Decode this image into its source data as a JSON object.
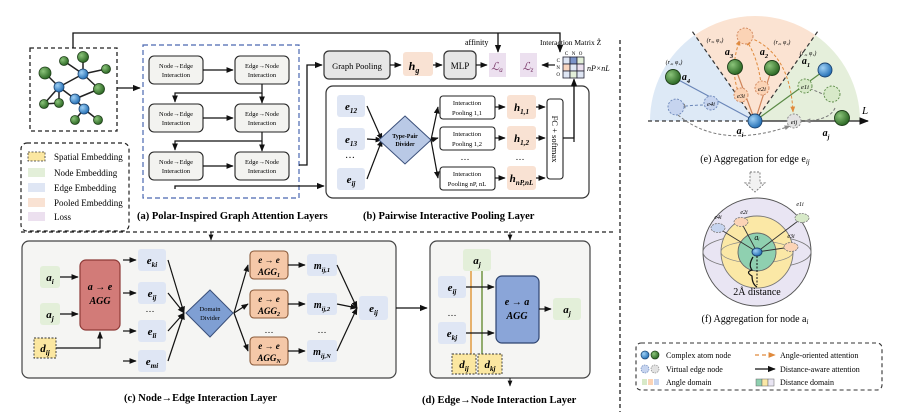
{
  "legend_left": {
    "items": [
      {
        "label": "Spatial Embedding",
        "color": "#fbe7a1",
        "dashed": true
      },
      {
        "label": "Node Embedding",
        "color": "#e3efd9"
      },
      {
        "label": "Edge Embedding",
        "color": "#dfe6f4"
      },
      {
        "label": "Pooled Embedding",
        "color": "#f9e2d3"
      },
      {
        "label": "Loss",
        "color": "#ece0ef"
      }
    ]
  },
  "panel_a": {
    "caption": "(a) Polar-Inspired Graph Attention Layers",
    "rows": [
      {
        "left": [
          "Node→Edge",
          "Interaction"
        ],
        "right": [
          "Edge→Node",
          "Interaction"
        ]
      },
      {
        "left": [
          "Node→Edge",
          "Interaction"
        ],
        "right": [
          "Edge→Node",
          "Interaction"
        ]
      },
      {
        "left": [
          "Node→Edge",
          "Interaction"
        ],
        "right": [
          "Edge→Node",
          "Interaction"
        ]
      }
    ]
  },
  "panel_b": {
    "caption": "(b) Pairwise Interactive Pooling Layer",
    "graph_pooling": "Graph Pooling",
    "hg": "h",
    "hg_sub": "g",
    "mlp": "MLP",
    "loss_a": "ℒ",
    "loss_a_sub": "a",
    "loss_z": "ℒ",
    "loss_z_sub": "z",
    "affinity": "affinity",
    "matrix_title": "Interaction Matrix Ẑ",
    "matrix_cols": [
      "C",
      "N",
      "O"
    ],
    "matrix_rows": [
      "C",
      "N",
      "O"
    ],
    "matrix_size": "nP×nL",
    "edges": [
      {
        "base": "e",
        "sub": "12"
      },
      {
        "base": "e",
        "sub": "13"
      },
      {
        "base": "…",
        "sub": ""
      },
      {
        "base": "e",
        "sub": "ij"
      }
    ],
    "divider": [
      "Type-Pair",
      "Divider"
    ],
    "pools": [
      {
        "l1": "Interaction",
        "l2": "Pooling 1,1",
        "h": "h",
        "hs": "1,1"
      },
      {
        "l1": "Interaction",
        "l2": "Pooling 1,2",
        "h": "h",
        "hs": "1,2"
      },
      {
        "l1": "Interaction",
        "l2": "Pooling nP, nL",
        "h": "h",
        "hs": "nP,nL"
      }
    ],
    "ellipsis": "…",
    "fc": "FC + softmax"
  },
  "panel_c": {
    "caption": "(c) Node→Edge Interaction Layer",
    "inputs": [
      {
        "base": "a",
        "sub": "i"
      },
      {
        "base": "a",
        "sub": "j"
      },
      {
        "base": "d",
        "sub": "ij"
      }
    ],
    "agg": [
      "a → e",
      "AGG"
    ],
    "edges": [
      {
        "base": "e",
        "sub": "ki"
      },
      {
        "base": "e",
        "sub": "ij"
      },
      {
        "base": "…",
        "sub": ""
      },
      {
        "base": "e",
        "sub": "li"
      },
      {
        "base": "e",
        "sub": "mi"
      }
    ],
    "divider": [
      "Domain",
      "Divider"
    ],
    "ee_aggs": [
      {
        "l1": "e → e",
        "l2": "AGG",
        "sub": "1"
      },
      {
        "l1": "e → e",
        "l2": "AGG",
        "sub": "2"
      },
      {
        "l1": "e → e",
        "l2": "AGG",
        "sub": "N"
      }
    ],
    "msgs": [
      {
        "base": "m",
        "sub": "ij,1"
      },
      {
        "base": "m",
        "sub": "ij,2"
      },
      {
        "base": "m",
        "sub": "ij,N"
      }
    ],
    "ellipsis": "…",
    "output": {
      "base": "e",
      "sub": "ij"
    }
  },
  "panel_d": {
    "caption": "(d) Edge→Node Interaction Layer",
    "top": {
      "base": "a",
      "sub": "j"
    },
    "edges": [
      {
        "base": "e",
        "sub": "ij"
      },
      {
        "base": "…",
        "sub": ""
      },
      {
        "base": "e",
        "sub": "kj"
      }
    ],
    "dists": [
      {
        "base": "d",
        "sub": "ij"
      },
      {
        "base": "d",
        "sub": "kj"
      }
    ],
    "agg": [
      "e → a",
      "AGG"
    ],
    "output": {
      "base": "a",
      "sub": "j"
    }
  },
  "panel_e": {
    "caption": "(e) Aggregation for edge e",
    "caption_sub": "ij",
    "axis": "L",
    "polar": [
      "(r₄, φ₄)",
      "(r₃, φ₃)",
      "(r₂, φ₂)",
      "(r₁, φ₁)"
    ],
    "atoms": [
      {
        "base": "a",
        "sub": "4"
      },
      {
        "base": "a",
        "sub": "3"
      },
      {
        "base": "a",
        "sub": "2"
      },
      {
        "base": "a",
        "sub": "1"
      },
      {
        "base": "a",
        "sub": "i"
      },
      {
        "base": "a",
        "sub": "j"
      }
    ],
    "edges": [
      "e4i",
      "e3i",
      "e2i",
      "e1i",
      "eij"
    ],
    "domain_colors": [
      "#dde9f6",
      "#fbe3d2",
      "#e5efdb"
    ]
  },
  "panel_f": {
    "caption": "(f) Aggregation for node a",
    "caption_sub": "i",
    "center": "aᵢ",
    "edges": [
      "e4i",
      "e2i",
      "e1i",
      "e3i"
    ],
    "distance": "2Å distance"
  },
  "legend_right": {
    "items": [
      "Complex atom node",
      "Virtual edge node",
      "Angle domain",
      "Angle-oriented attention",
      "Distance-aware attention",
      "Distance domain"
    ]
  }
}
